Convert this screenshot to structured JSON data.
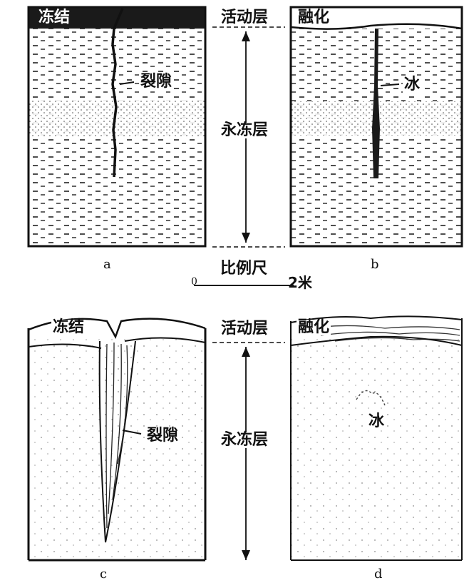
{
  "labels": {
    "frozen": "冻结",
    "thaw": "融化",
    "fissure": "裂隙",
    "ice": "冰",
    "active_layer": "活动层",
    "permafrost": "永冻层",
    "scale_title": "比例尺",
    "scale_start": "0",
    "scale_end": "2米"
  },
  "panels": [
    {
      "letter": "a"
    },
    {
      "letter": "b"
    },
    {
      "letter": "c"
    },
    {
      "letter": "d"
    }
  ],
  "colors": {
    "ink": "#111111",
    "paper": "#ffffff",
    "frozen_band": "#1a1a1a"
  }
}
